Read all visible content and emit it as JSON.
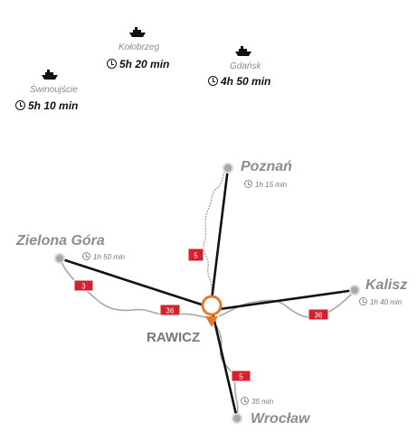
{
  "ports": [
    {
      "id": "swinoujscie",
      "name": "Świnoujście",
      "time": "5h 10 min"
    },
    {
      "id": "kolobrzeg",
      "name": "Kołobrzeg",
      "time": "5h 20 min"
    },
    {
      "id": "gdansk",
      "name": "Gdańsk",
      "time": "4h 50 min"
    }
  ],
  "cities": {
    "center": "RAWICZ",
    "poznan": {
      "name": "Poznań",
      "time": "1h 15 min"
    },
    "zielona_gora": {
      "name": "Zielona Góra",
      "time": "1h 50 min"
    },
    "kalisz": {
      "name": "Kalisz",
      "time": "1h 40 min"
    },
    "wroclaw": {
      "name": "Wrocław",
      "time": "35 min"
    }
  },
  "road_badges": {
    "poznan": "5",
    "zielona_gora_a": "3",
    "zielona_gora_b": "36",
    "kalisz": "36",
    "wroclaw": "5"
  },
  "colors": {
    "badge": "#d4202f",
    "marker": "#e07b2e",
    "route_line": "#111111",
    "road": "#a0a0a0",
    "dot": "#a8a8a8"
  }
}
